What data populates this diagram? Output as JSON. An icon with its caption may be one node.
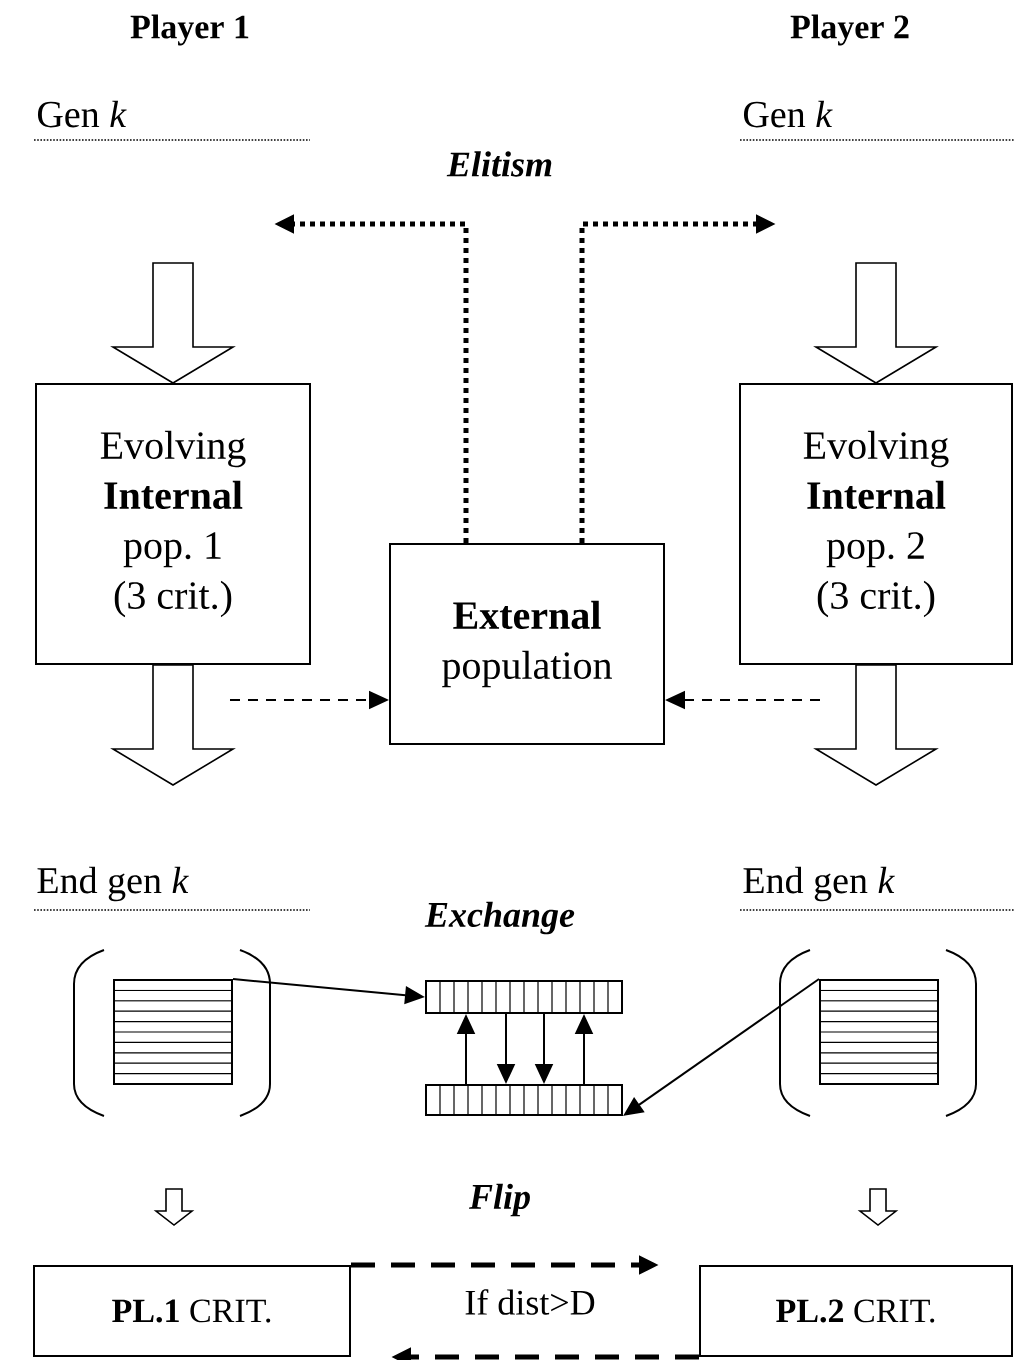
{
  "diagram": {
    "nodes": [
      {
        "text": [
          "Evolving **Internal** pop. 1 (3 crit.)"
        ]
      },
      {
        "text": [
          "**External** population"
        ]
      },
      {
        "text": [
          "Evolving **Internal** pop. 2 (3 crit.)"
        ]
      },
      {
        "text": [],
        "shape": "box"
      },
      {
        "text": [],
        "shape": "bar"
      },
      {
        "text": [],
        "shape": "bar"
      },
      {
        "text": [],
        "shape": "box"
      },
      {
        "text": [
          "**PL.1** CRIT."
        ]
      },
      {
        "text": [
          "**PL.2** CRIT."
        ]
      }
    ],
    "edges": [
      {
        "from": null,
        "to": 0,
        "arrow": "to"
      },
      {
        "from": null,
        "to": 2,
        "arrow": "to"
      },
      {
        "from": 1,
        "to": null,
        "arrow": "to",
        "style": "dashed"
      },
      {
        "from": 1,
        "to": null,
        "arrow": "to",
        "style": "dashed"
      },
      {
        "from": null,
        "to": 1,
        "arrow": "to",
        "style": "dashed"
      },
      {
        "from": null,
        "to": 1,
        "arrow": "to",
        "style": "dashed"
      },
      {
        "from": 0,
        "to": null,
        "arrow": "to"
      },
      {
        "from": 2,
        "to": null,
        "arrow": "to"
      },
      {
        "from": 3,
        "to": 4,
        "arrow": "to"
      },
      {
        "from": 6,
        "to": 5,
        "arrow": "to"
      },
      {
        "from": 5,
        "to": 4,
        "arrow": "to"
      },
      {
        "from": 4,
        "to": 5,
        "arrow": "to"
      },
      {
        "from": 4,
        "to": 5,
        "arrow": "to"
      },
      {
        "from": 5,
        "to": 4,
        "arrow": "to"
      },
      {
        "from": null,
        "to": 7,
        "arrow": "to"
      },
      {
        "from": null,
        "to": 8,
        "arrow": "to"
      },
      {
        "from": 7,
        "to": 8,
        "arrow": "to",
        "style": "dashed",
        "label": "If dist>D"
      },
      {
        "from": 8,
        "to": 7,
        "arrow": "to",
        "style": "dashed"
      }
    ],
    "labels": [
      "Player 1",
      "Player 2",
      "Gen *k*",
      "Gen *k*",
      "*Elitism*",
      "End gen *k*",
      "End gen *k*",
      "*Exchange*",
      "*Flip*"
    ]
  }
}
